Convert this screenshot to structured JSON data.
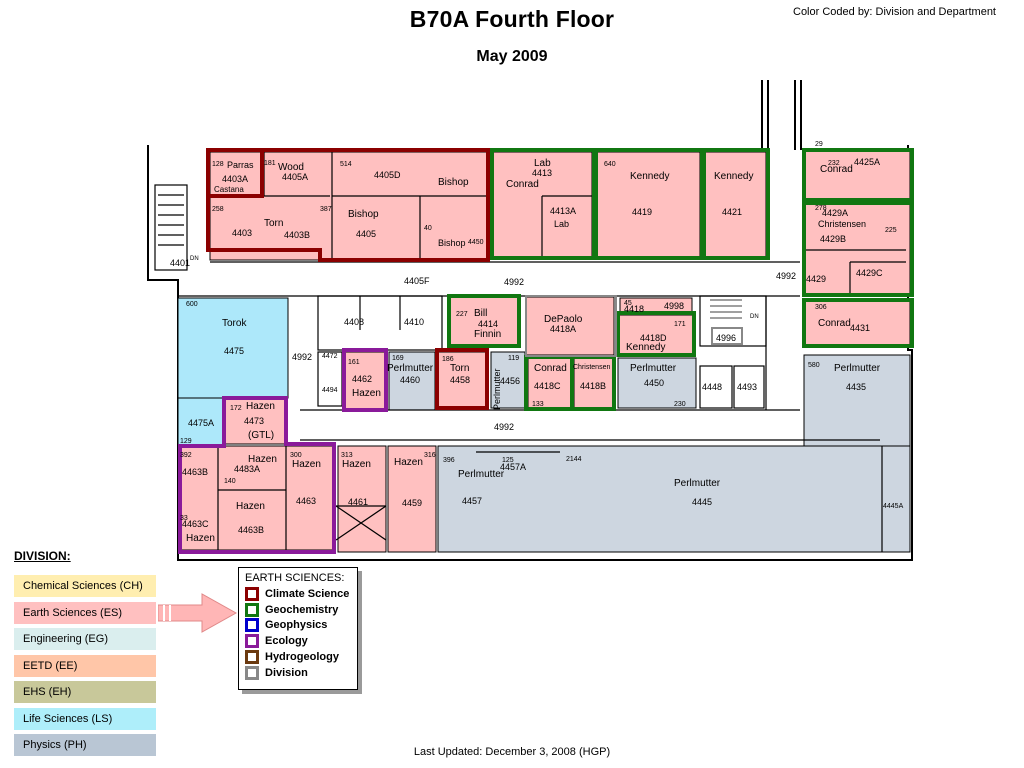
{
  "header": {
    "title": "B70A Fourth Floor",
    "subtitle": "May 2009",
    "color_coded": "Color Coded by:   Division and Department"
  },
  "footer": {
    "last_updated": "Last Updated:  December 3, 2008 (HGP)"
  },
  "colors": {
    "pink": "#ffc0c0",
    "blue": "#ade8fa",
    "grey": "#cdd6e0",
    "climate": "#8b0000",
    "geochem": "#117711",
    "geophys": "#0000cc",
    "ecology": "#8a1a9a",
    "hydro": "#6b3a10",
    "division": "#888888"
  },
  "division": {
    "heading": "DIVISION:",
    "items": [
      {
        "label": "Chemical Sciences (CH)",
        "color": "#ffeeb0"
      },
      {
        "label": "Earth Sciences (ES)",
        "color": "#ffc0c0"
      },
      {
        "label": "Engineering (EG)",
        "color": "#daeeee"
      },
      {
        "label": "EETD (EE)",
        "color": "#ffc6a8"
      },
      {
        "label": "EHS (EH)",
        "color": "#c8c89a"
      },
      {
        "label": "Life Sciences (LS)",
        "color": "#aeeefa"
      },
      {
        "label": "Physics  (PH)",
        "color": "#b9c6d4"
      }
    ]
  },
  "earth_sciences": {
    "title": "EARTH SCIENCES:",
    "items": [
      {
        "label": "Climate Science",
        "color": "#8b0000"
      },
      {
        "label": "Geochemistry",
        "color": "#117711"
      },
      {
        "label": "Geophysics",
        "color": "#0000cc"
      },
      {
        "label": "Ecology",
        "color": "#8a1a9a"
      },
      {
        "label": "Hydrogeology",
        "color": "#6b3a10"
      },
      {
        "label": "Division",
        "color": "#888888"
      }
    ]
  },
  "labels": {
    "n128": "128",
    "parras": "Parras",
    "n181": "181",
    "wood": "Wood",
    "n514": "514",
    "r4403A": "4403A",
    "castana": "Castana",
    "r4405A": "4405A",
    "r4405D": "4405D",
    "bishop1": "Bishop",
    "n258": "258",
    "torn1": "Torn",
    "n387": "387",
    "bishop2": "Bishop",
    "r4403": "4403",
    "r4403B": "4403B",
    "r4405": "4405",
    "n40": "40",
    "bishop3": "Bishop",
    "r4450": "4450",
    "r4401": "4401",
    "dn1": "DN",
    "r4405F": "4405F",
    "lab1": "Lab",
    "r4413": "4413",
    "conrad1": "Conrad",
    "r4413A": "4413A",
    "lab2": "Lab",
    "n640": "640",
    "kennedy1": "Kennedy",
    "r4419": "4419",
    "kennedy2": "Kennedy",
    "r4421": "4421",
    "n29": "29",
    "n232": "232",
    "conrad2": "Conrad",
    "r4425A": "4425A",
    "n278": "278",
    "r4429A": "4429A",
    "christensen1": "Christensen",
    "n225": "225",
    "r4429B": "4429B",
    "r4429": "4429",
    "r4429C": "4429C",
    "r4992a": "4992",
    "r4992b": "4992",
    "r4992c": "4992",
    "r4992d": "4992",
    "n600": "600",
    "torok": "Torok",
    "r4475": "4475",
    "r4472": "4472",
    "r4494": "4494",
    "r4408": "4408",
    "r4410": "4410",
    "n227": "227",
    "bill": "Bill",
    "r4414": "4414",
    "finnin": "Finnin",
    "depaolo": "DePaolo",
    "r4418A": "4418A",
    "n45": "45",
    "r4418": "4418",
    "r4998": "4998",
    "n171": "171",
    "r4418D": "4418D",
    "kennedy3": "Kennedy",
    "dn2": "DN",
    "r4996": "4996",
    "n306": "306",
    "conrad3": "Conrad",
    "r4431": "4431",
    "n161": "161",
    "r4462": "4462",
    "hazen1": "Hazen",
    "n169": "169",
    "perlmutter1": "Perlmutter",
    "r4460": "4460",
    "n186": "186",
    "torn2": "Torn",
    "r4458": "4458",
    "n119": "119",
    "perlmutter2": "Perlmutter",
    "r4456": "4456",
    "conrad4": "Conrad",
    "christensen2": "Christensen",
    "r4418C": "4418C",
    "r4418B": "4418B",
    "n133": "133",
    "perlmutter3": "Perlmutter",
    "r4450b": "4450",
    "n230": "230",
    "r4448": "4448",
    "r4493": "4493",
    "n580": "580",
    "perlmutter4": "Perlmutter",
    "r4435": "4435",
    "n172": "172",
    "hazen2": "Hazen",
    "r4473": "4473",
    "gtl": "(GTL)",
    "r4475A": "4475A",
    "n129": "129",
    "n392": "392",
    "r4463B": "4463B",
    "n300": "300",
    "hazen3": "Hazen",
    "r4483A": "4483A",
    "hazen4": "Hazen",
    "n140": "140",
    "hazen5": "Hazen",
    "r4463": "4463",
    "r4463B2": "4463B",
    "n33": "33",
    "r4463C": "4463C",
    "hazen6": "Hazen",
    "n313": "313",
    "hazen7": "Hazen",
    "r4461": "4461",
    "n316": "316",
    "hazen8": "Hazen",
    "r4459": "4459",
    "n396": "396",
    "n125": "125",
    "r4457A": "4457A",
    "perlmutter5": "Perlmutter",
    "r4457": "4457",
    "n2144": "2144",
    "perlmutter6": "Perlmutter",
    "r4445": "4445",
    "r4445A": "4445A"
  }
}
